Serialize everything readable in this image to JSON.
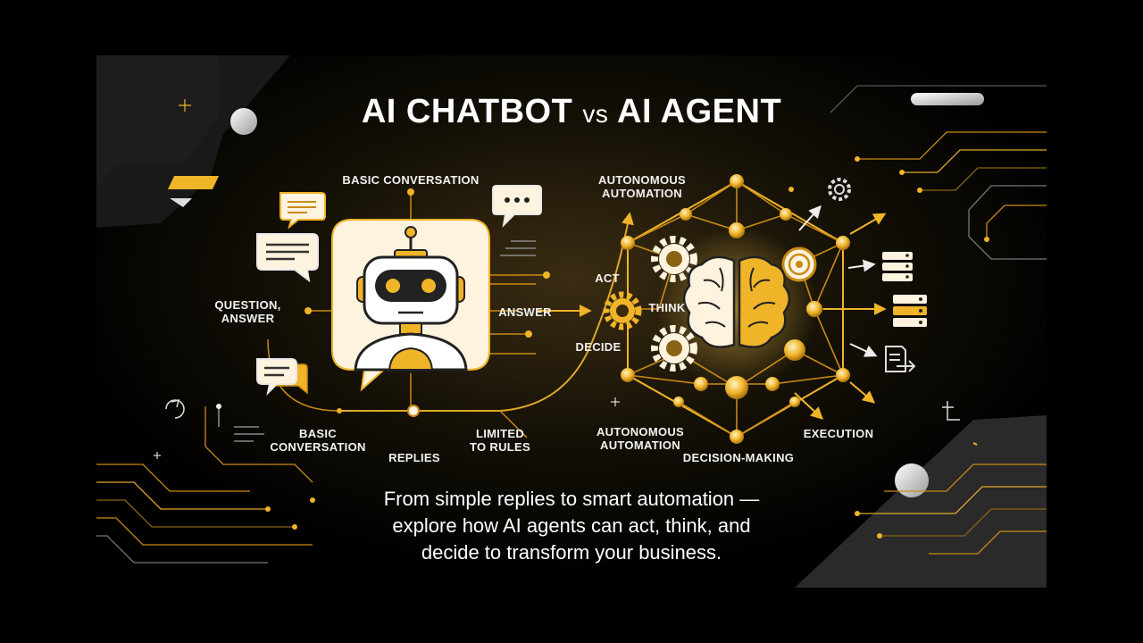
{
  "title": {
    "part1": "AI CHATBOT",
    "vs": "vs",
    "part2": "AI AGENT"
  },
  "chatbot": {
    "labels": {
      "basic_conversation_top": "BASIC CONVERSATION",
      "question_answer": "QUESTION,\nANSWER",
      "answer": "ANSWER",
      "basic_conversation_bottom": "BASIC\nCONVERSATION",
      "replies": "REPLIES",
      "limited_to_rules": "LIMITED\nTO RULES"
    }
  },
  "agent": {
    "labels": {
      "autonomous_automation_top": "AUTONOMOUS\nAUTOMATION",
      "act": "ACT",
      "think": "THINK",
      "decide": "DECIDE",
      "autonomous_automation_bottom": "AUTONOMOUS\nAUTOMATION",
      "decision_making": "DECISION-MAKING",
      "execution": "EXECUTION"
    }
  },
  "tagline": "From simple replies to smart automation —\nexplore how AI agents can act, think, and\ndecide to transform your business.",
  "colors": {
    "accent": "#f0b429",
    "accent_dark": "#c98a14",
    "cream": "#fdf3de",
    "background": "#000000"
  },
  "icons": [
    "robot-icon",
    "chat-bubble-icon",
    "brain-icon",
    "gear-icon",
    "server-icon",
    "document-icon",
    "target-icon"
  ]
}
